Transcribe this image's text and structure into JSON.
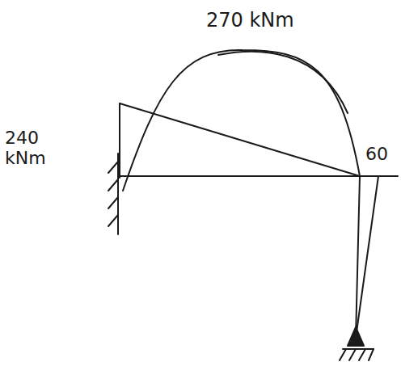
{
  "diagram": {
    "labels": [
      "270 kNm",
      "240 kNm",
      "60"
    ]
  }
}
